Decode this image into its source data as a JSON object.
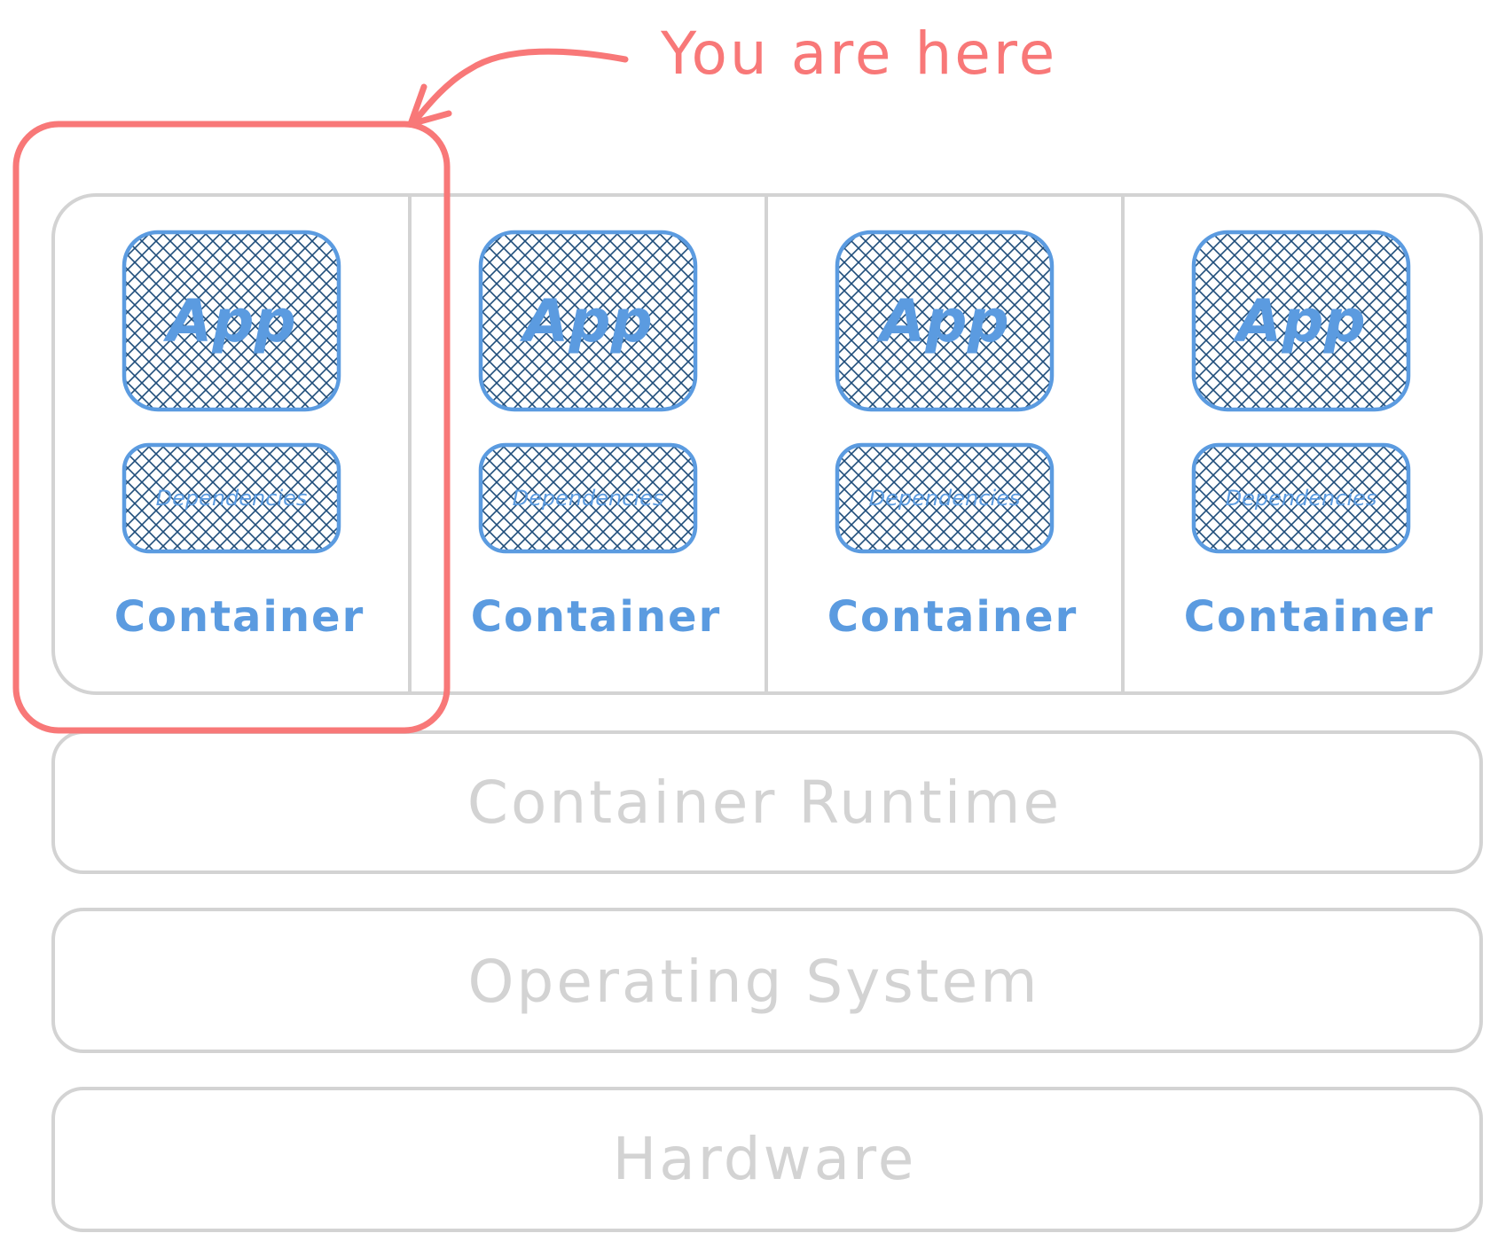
{
  "colors": {
    "layer_stroke": "#d3d3d3",
    "layer_text": "#d3d3d3",
    "component_stroke": "#5b9be0",
    "component_hatch": "#1f4d7a",
    "callout": "#f87878"
  },
  "callout": {
    "label": "You are here"
  },
  "containers": [
    {
      "label": "Container",
      "app": "App",
      "dependencies": "Dependencies"
    },
    {
      "label": "Container",
      "app": "App",
      "dependencies": "Dependencies"
    },
    {
      "label": "Container",
      "app": "App",
      "dependencies": "Dependencies"
    },
    {
      "label": "Container",
      "app": "App",
      "dependencies": "Dependencies"
    }
  ],
  "layers": {
    "runtime": "Container Runtime",
    "os": "Operating System",
    "hardware": "Hardware"
  }
}
